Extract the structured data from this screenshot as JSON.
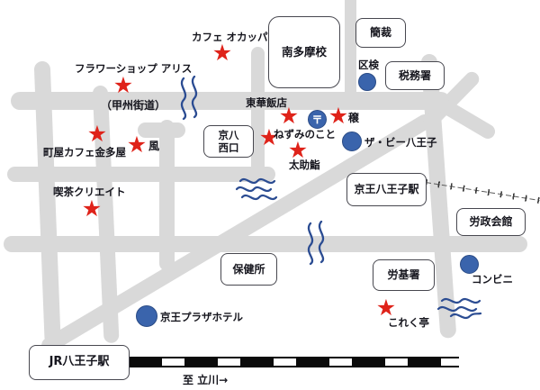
{
  "colors": {
    "road": "#d9d9d9",
    "star": "#df231a",
    "circle": "#3a64ac",
    "wave": "#2b4c92",
    "railway": "#0b0b0b",
    "text": "#16161e"
  },
  "markers": {
    "star_glyph": "★",
    "post_glyph": "〒"
  },
  "roads": {
    "kosyu_kaido": "（甲州街道）"
  },
  "stations": {
    "jr": "JR八王子駅",
    "keio": "京王八王子駅",
    "direction": "至 立川→"
  },
  "boxes": {
    "minamitama": "南多摩校",
    "kansai": "簡裁",
    "zeimusho": "税務署",
    "keihachi_west": "京八\n西口",
    "rosei": "労政会館",
    "hoken": "保健所",
    "roki": "労基署"
  },
  "stars": {
    "cafe_okappa": "カフェ オカッパ",
    "flower_alice": "フラワーショップ アリス",
    "tokahanten": "東華飯店",
    "minoru": "穣",
    "nezumi": "ねずみのこと",
    "tasukezushi": "太助鮨",
    "kaze": "風",
    "machiya": "町屋カフェ金多屋",
    "kissa_create": "喫茶クリエイト",
    "korekutei": "これく亭"
  },
  "circles": {
    "kuken": "区検",
    "the_b": "ザ・ビー八王子",
    "keio_plaza": "京王プラザホテル",
    "conbini": "コンビニ"
  }
}
